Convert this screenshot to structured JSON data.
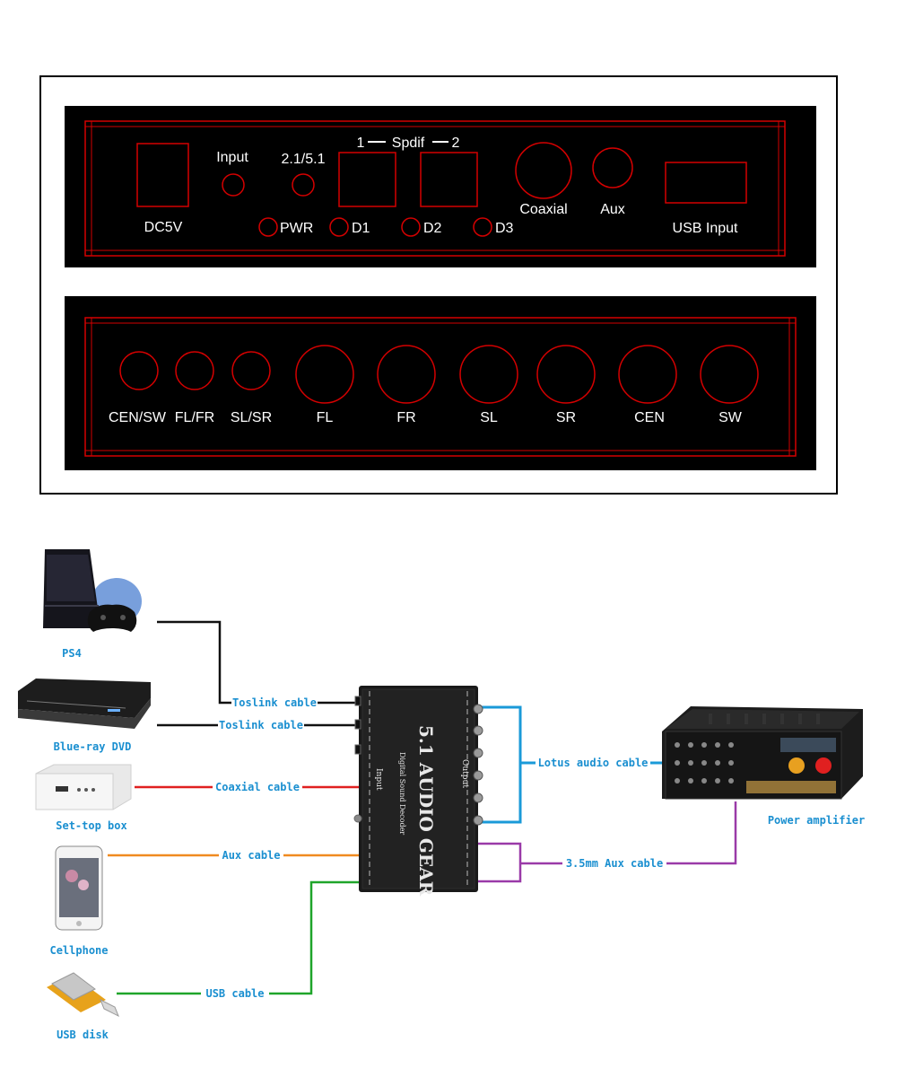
{
  "colors": {
    "panel_bg": "#000000",
    "panel_line": "#d40000",
    "label_blue": "#1a8fd0",
    "cable_black": "#111111",
    "cable_red": "#e02020",
    "cable_orange": "#f08a20",
    "cable_green": "#1fa52a",
    "cable_blue": "#1a9ad8",
    "cable_purple": "#9a3aa8"
  },
  "front_panel": {
    "labels": {
      "dc5v": "DC5V",
      "input": "Input",
      "mode": "2.1/5.1",
      "spdif_1": "1",
      "spdif": "Spdif",
      "spdif_2": "2",
      "coaxial": "Coaxial",
      "aux": "Aux",
      "usb_input": "USB Input",
      "pwr": "PWR",
      "d1": "D1",
      "d2": "D2",
      "d3": "D3"
    }
  },
  "rear_panel": {
    "labels": {
      "cen_sw": "CEN/SW",
      "fl_fr": "FL/FR",
      "sl_sr": "SL/SR",
      "fl": "FL",
      "fr": "FR",
      "sl": "SL",
      "sr": "SR",
      "cen": "CEN",
      "sw": "SW"
    }
  },
  "decoder": {
    "title": "5.1 AUDIO GEAR",
    "subtitle": "Digital Sound Decoder",
    "input_label": "Input",
    "output_label": "Output"
  },
  "devices": {
    "ps4": "PS4",
    "bluray": "Blue-ray DVD",
    "settop": "Set-top box",
    "cellphone": "Cellphone",
    "usb_disk": "USB disk",
    "amplifier": "Power amplifier"
  },
  "cables": {
    "toslink_1": "Toslink cable",
    "toslink_2": "Toslink cable",
    "coaxial": "Coaxial cable",
    "aux": "Aux cable",
    "usb": "USB cable",
    "lotus": "Lotus audio cable",
    "aux_35": "3.5mm Aux cable"
  },
  "icons": [
    "ps4-console-icon",
    "bluray-player-icon",
    "settop-box-icon",
    "cellphone-icon",
    "usb-disk-icon",
    "power-amplifier-icon",
    "decoder-box-icon"
  ]
}
